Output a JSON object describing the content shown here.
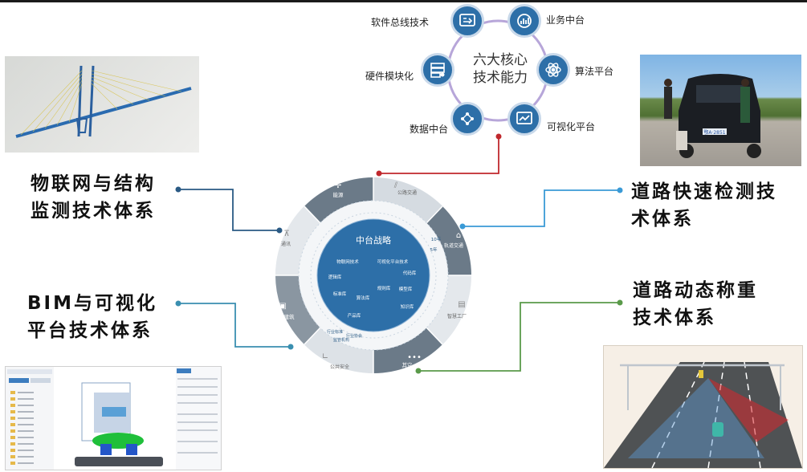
{
  "core": {
    "title_line1": "六大核心",
    "title_line2": "技术能力",
    "capabilities": [
      {
        "label": "软件总线技术",
        "icon": "software-bus-icon"
      },
      {
        "label": "业务中台",
        "icon": "business-platform-icon"
      },
      {
        "label": "算法平台",
        "icon": "algorithm-icon"
      },
      {
        "label": "可视化平台",
        "icon": "visualization-icon"
      },
      {
        "label": "数据中台",
        "icon": "data-platform-icon"
      },
      {
        "label": "硬件模块化",
        "icon": "hardware-module-icon"
      }
    ]
  },
  "wheel": {
    "center_title": "中台战略",
    "inner_items": [
      "物联网技术",
      "可视化平台技术",
      "代码库",
      "逻辑库",
      "模型库",
      "标准库",
      "算法库",
      "知识库",
      "产品库",
      "规则库"
    ],
    "sectors": [
      "能源",
      "公路交通",
      "轨道交通",
      "智慧工厂",
      "其它",
      "公共安全",
      "建筑",
      "通讯"
    ],
    "ring_labels": [
      "10年",
      "5年"
    ],
    "lower_items": [
      "行业标准",
      "监管机构",
      "行业协会"
    ]
  },
  "labels": {
    "iot_line1": "物联网与结构",
    "iot_line2": "监测技术体系",
    "bim_line1": "BIM与可视化",
    "bim_line2": "平台技术体系",
    "road_detect_line1": "道路快速检测技",
    "road_detect_line2": "术体系",
    "weigh_line1": "道路动态称重",
    "weigh_line2": "技术体系"
  },
  "photos": {
    "bridge": "bridge-model-image",
    "road_test": "road-test-photo",
    "bim": "bim-software-screenshot",
    "weigh": "weigh-in-motion-diagram",
    "plate": "鄂A·2851"
  },
  "colors": {
    "primary": "#2d6fa8",
    "ring": "#c9d9ea",
    "wheel_dark": "#6b7a88",
    "connector_dark": "#2a5a84",
    "connector_blue": "#3a9ad6",
    "connector_green": "#5a9a4a",
    "connector_red": "#c0282d"
  }
}
